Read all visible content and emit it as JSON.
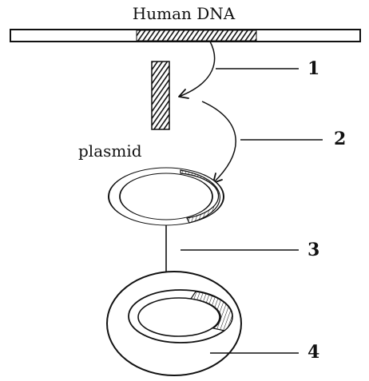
{
  "diagram": {
    "title": "Human DNA",
    "plasmid_label": "plasmid",
    "steps": [
      "1",
      "2",
      "3",
      "4"
    ]
  },
  "colors": {
    "ink": "#111111",
    "paper": "#ffffff",
    "hatch_fill": "#2a2a2a"
  }
}
